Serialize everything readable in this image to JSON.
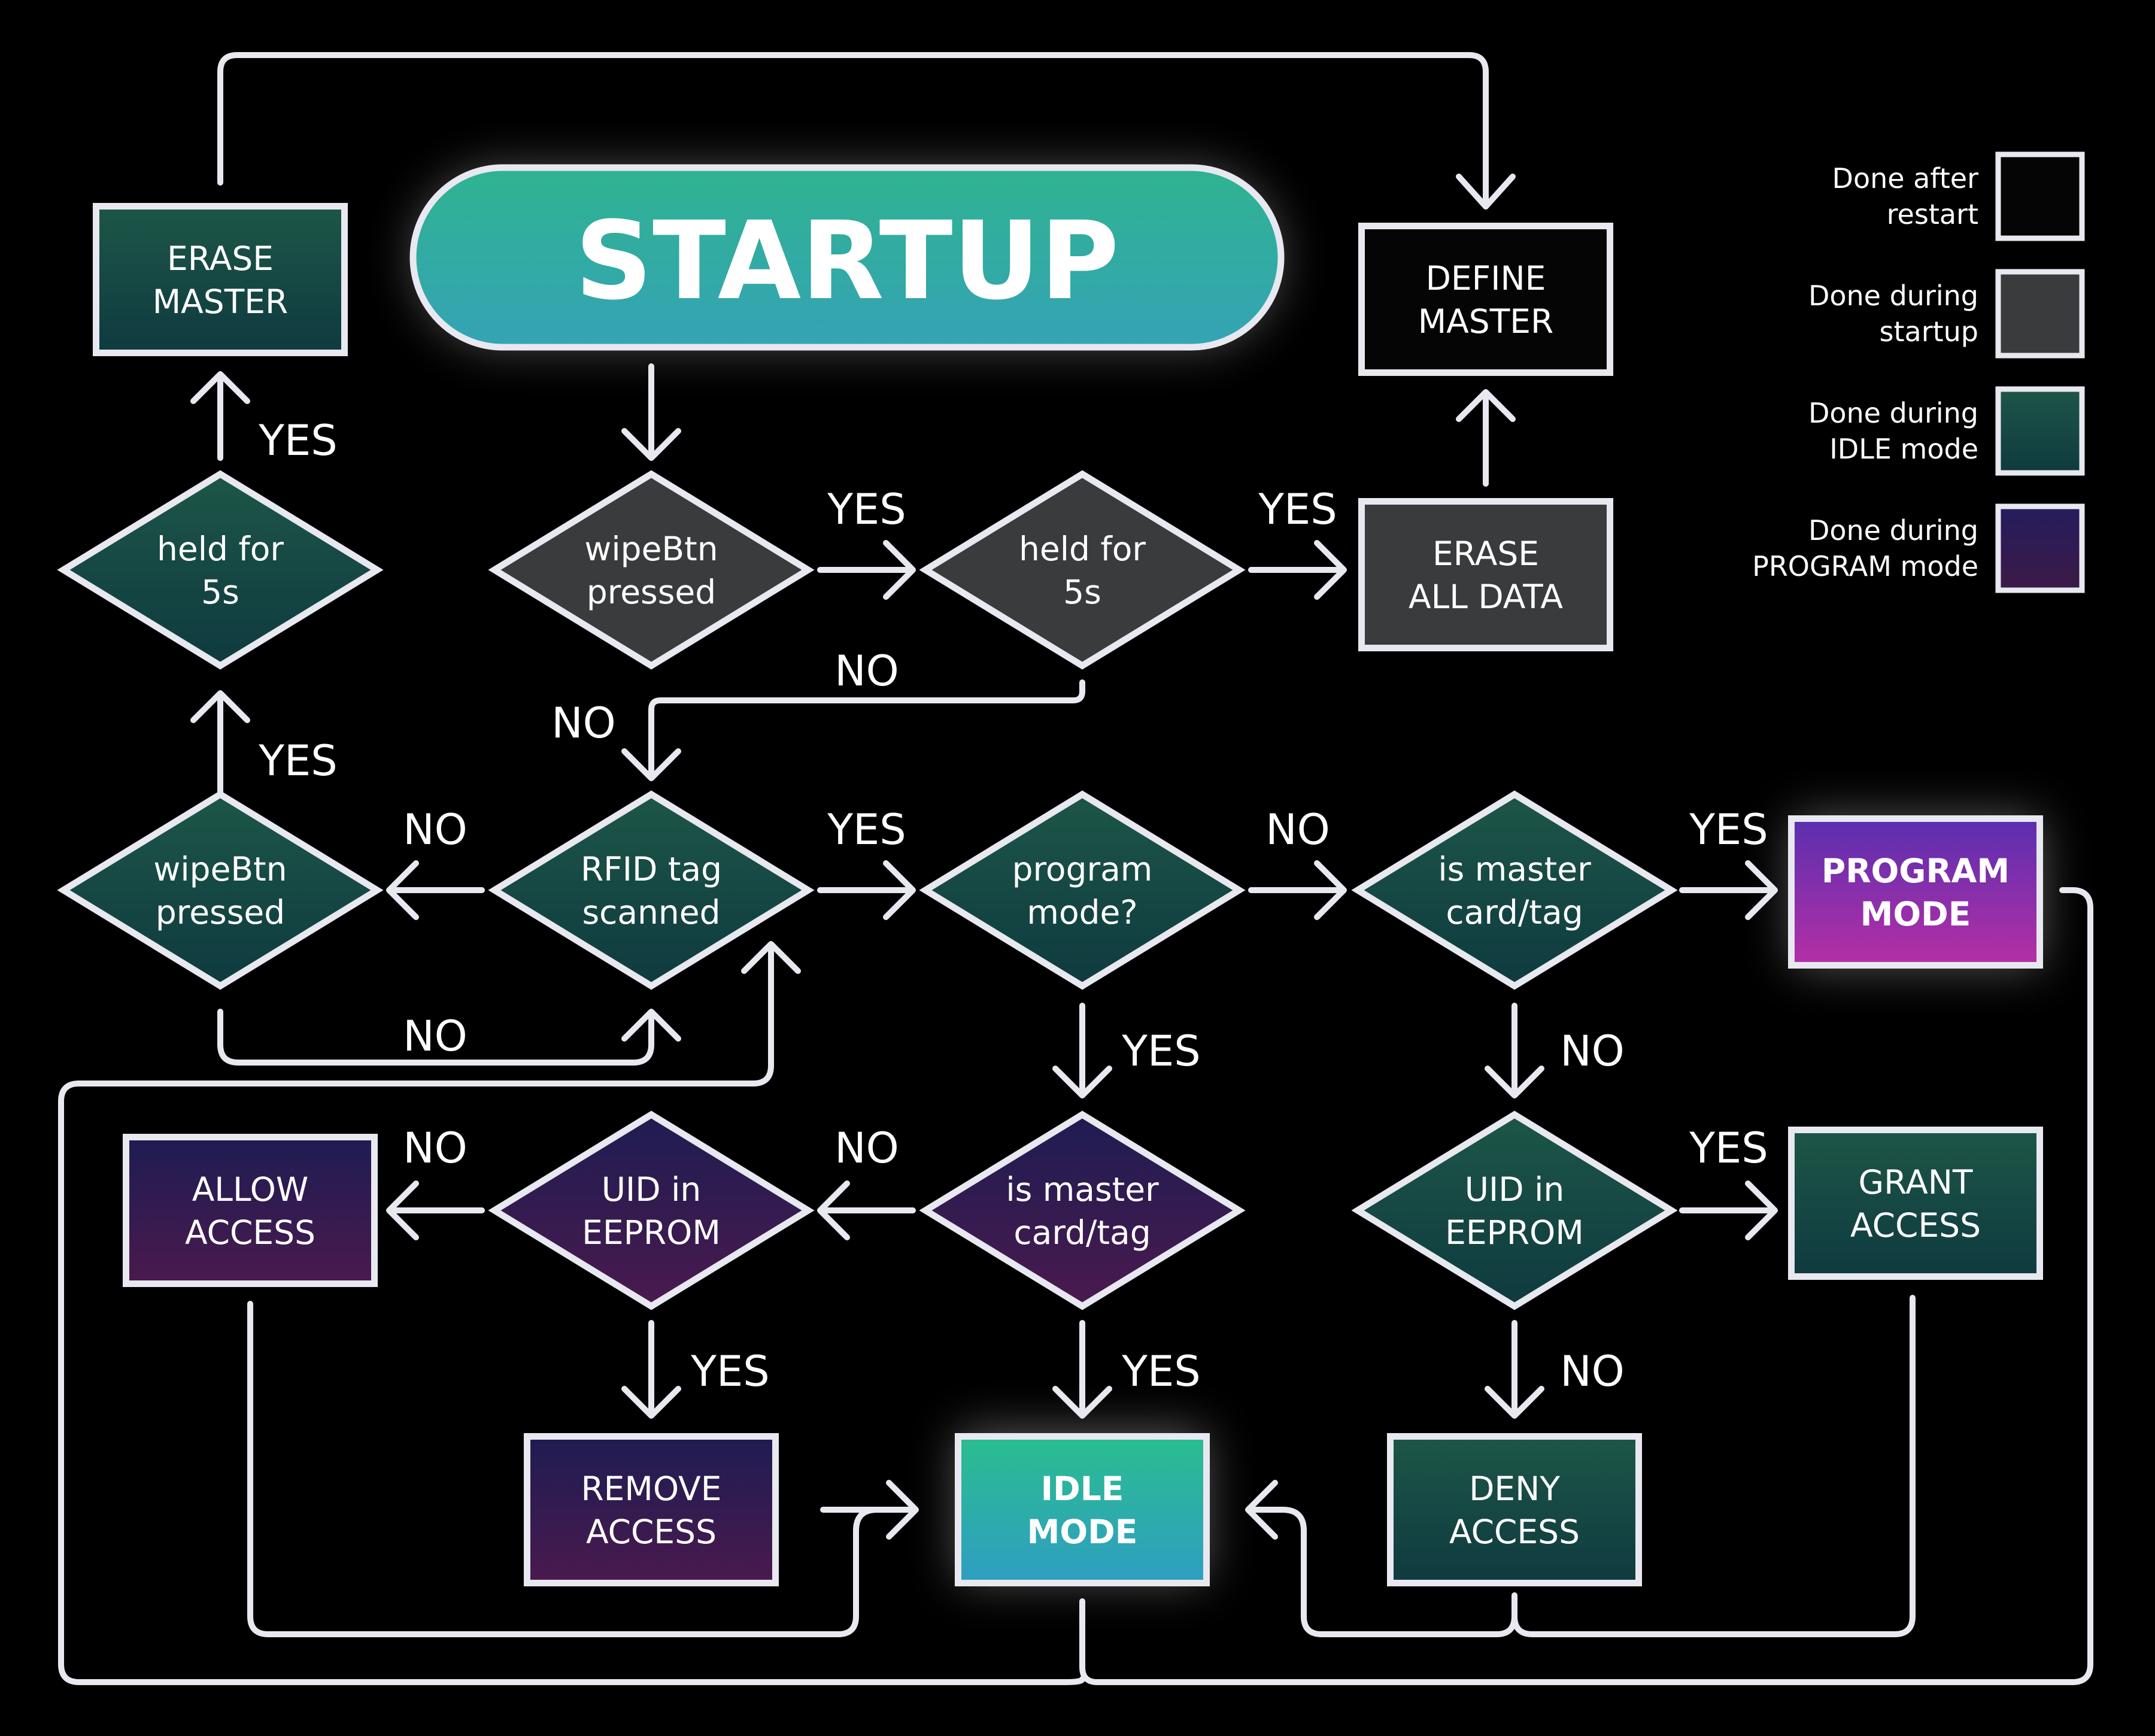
{
  "title": "STARTUP",
  "legend": [
    {
      "id": "restart",
      "lines": [
        "Done after",
        "restart"
      ],
      "color": "#050505"
    },
    {
      "id": "startup",
      "lines": [
        "Done during",
        "startup"
      ],
      "color": "#3a3b3d"
    },
    {
      "id": "idle",
      "lines": [
        "Done during",
        "IDLE mode"
      ],
      "color": "#123f3b"
    },
    {
      "id": "program",
      "lines": [
        "Done during",
        "PROGRAM mode"
      ],
      "color": "#2d1f57"
    }
  ],
  "nodes": {
    "erase_master": {
      "lines": [
        "ERASE",
        "MASTER"
      ]
    },
    "define_master": {
      "lines": [
        "DEFINE",
        "MASTER"
      ]
    },
    "erase_all": {
      "lines": [
        "ERASE",
        "ALL DATA"
      ]
    },
    "held_left": {
      "lines": [
        "held for",
        "5s"
      ]
    },
    "wipe_top": {
      "lines": [
        "wipeBtn",
        "pressed"
      ]
    },
    "held_mid": {
      "lines": [
        "held for",
        "5s"
      ]
    },
    "wipe_left": {
      "lines": [
        "wipeBtn",
        "pressed"
      ]
    },
    "rfid": {
      "lines": [
        "RFID tag",
        "scanned"
      ]
    },
    "program_q": {
      "lines": [
        "program",
        "mode?"
      ]
    },
    "master_q1": {
      "lines": [
        "is master",
        "card/tag"
      ]
    },
    "program_mode": {
      "lines": [
        "PROGRAM",
        "MODE"
      ]
    },
    "allow": {
      "lines": [
        "ALLOW",
        "ACCESS"
      ]
    },
    "uid_prog": {
      "lines": [
        "UID in",
        "EEPROM"
      ]
    },
    "master_q2": {
      "lines": [
        "is master",
        "card/tag"
      ]
    },
    "uid_idle": {
      "lines": [
        "UID in",
        "EEPROM"
      ]
    },
    "grant": {
      "lines": [
        "GRANT",
        "ACCESS"
      ]
    },
    "remove": {
      "lines": [
        "REMOVE",
        "ACCESS"
      ]
    },
    "idle_mode": {
      "lines": [
        "IDLE",
        "MODE"
      ]
    },
    "deny": {
      "lines": [
        "DENY",
        "ACCESS"
      ]
    }
  },
  "edge_labels": {
    "yes_held_left": "YES",
    "yes_wipe_left": "YES",
    "yes_wipe_top": "YES",
    "yes_held_mid": "YES",
    "no_held_mid": "NO",
    "no_wipe_top": "NO",
    "no_rfid_left": "NO",
    "yes_rfid": "YES",
    "no_program_q": "NO",
    "yes_master_q1": "YES",
    "no_wipe_left": "NO",
    "yes_program_q": "YES",
    "no_master_q1": "NO",
    "no_allow": "NO",
    "no_master_q2": "NO",
    "yes_uid_idle": "YES",
    "yes_uid_prog": "YES",
    "yes_master_q2": "YES",
    "no_uid_idle": "NO"
  }
}
